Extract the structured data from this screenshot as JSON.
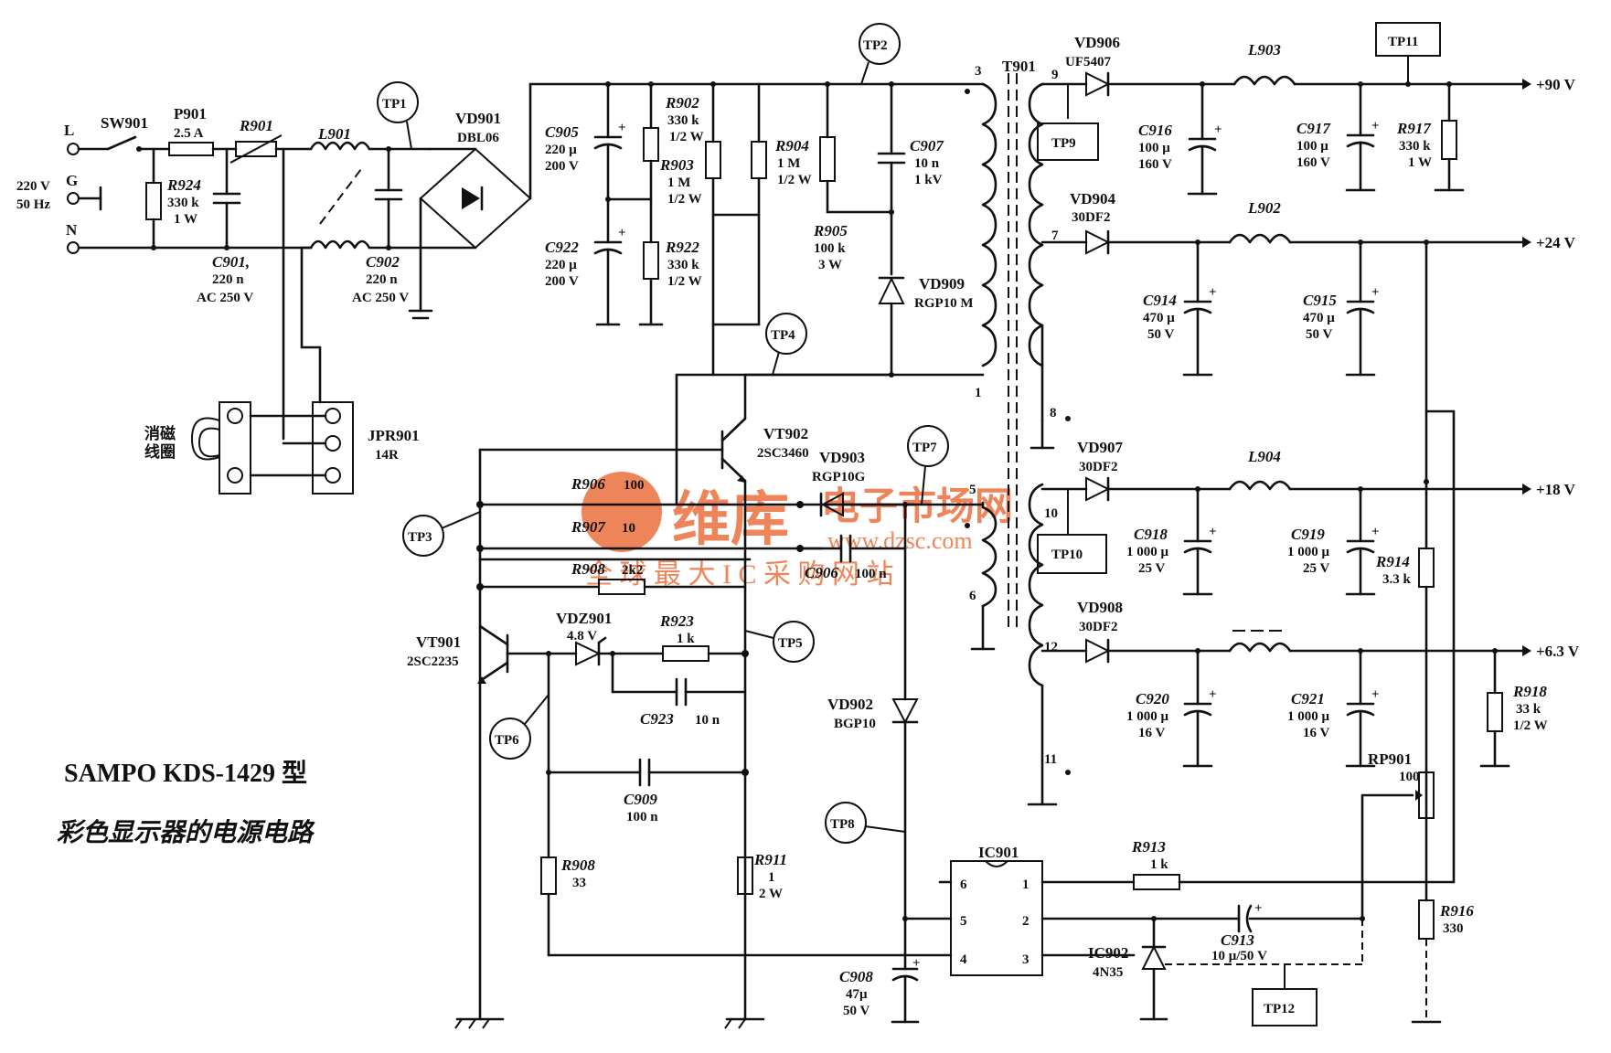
{
  "title": "SAMPO KDS-1429 型",
  "subtitle": "彩色显示器的电源电路",
  "watermark": {
    "brand": "维库",
    "name": "电子市场网",
    "url": "www.dzsc.com",
    "slogan": "全 球 最 大 I C 采 购 网 站",
    "color": "#e8561a"
  },
  "mains": {
    "L": "L",
    "G": "G",
    "N": "N",
    "voltage": "220 V",
    "freq": "50 Hz"
  },
  "outputs": [
    "+90 V",
    "+24 V",
    "+18 V",
    "+6.3 V"
  ],
  "test_points": [
    "TP1",
    "TP2",
    "TP3",
    "TP4",
    "TP5",
    "TP6",
    "TP7",
    "TP8",
    "TP9",
    "TP10",
    "TP11",
    "TP12"
  ],
  "degauss": {
    "label": "消磁线圈",
    "jpr": "JPR901",
    "jpr_value": "14R"
  },
  "components": {
    "SW901": {
      "ref": "SW901"
    },
    "P901": {
      "ref": "P901",
      "value": "2.5 A"
    },
    "R901": {
      "ref": "R901"
    },
    "L901": {
      "ref": "L901"
    },
    "VD901": {
      "ref": "VD901",
      "value": "DBL06"
    },
    "R924": {
      "ref": "R924",
      "value": "330 k",
      "power": "1 W"
    },
    "C901": {
      "ref": "C901,",
      "value": "220 n",
      "rating": "AC 250 V"
    },
    "C902": {
      "ref": "C902",
      "value": "220 n",
      "rating": "AC 250 V"
    },
    "C905": {
      "ref": "C905",
      "value": "220 μ",
      "rating": "200 V"
    },
    "C922": {
      "ref": "C922",
      "value": "220 μ",
      "rating": "200 V"
    },
    "R902": {
      "ref": "R902",
      "value": "330 k",
      "power": "1/2 W"
    },
    "R903": {
      "ref": "R903",
      "value": "1 M",
      "power": "1/2 W"
    },
    "R922": {
      "ref": "R922",
      "value": "330 k",
      "power": "1/2 W"
    },
    "R904": {
      "ref": "R904",
      "value": "1 M",
      "power": "1/2 W"
    },
    "R905": {
      "ref": "R905",
      "value": "100 k",
      "power": "3 W"
    },
    "C907": {
      "ref": "C907",
      "value": "10 n",
      "rating": "1 kV"
    },
    "VD909": {
      "ref": "VD909",
      "value": "RGP10 M"
    },
    "T901": {
      "ref": "T901"
    },
    "VT902": {
      "ref": "VT902",
      "value": "2SC3460"
    },
    "VD903": {
      "ref": "VD903",
      "value": "RGP10G"
    },
    "R906": {
      "ref": "R906",
      "value": "100"
    },
    "R907": {
      "ref": "R907",
      "value": "10"
    },
    "R908b": {
      "ref": "R908",
      "value": "2k2"
    },
    "C906": {
      "ref": "C906",
      "value": "100 n"
    },
    "VT901": {
      "ref": "VT901",
      "value": "2SC2235"
    },
    "VDZ901": {
      "ref": "VDZ901",
      "value": "4.8 V"
    },
    "R923": {
      "ref": "R923",
      "value": "1 k"
    },
    "C923": {
      "ref": "C923",
      "value": "10 n"
    },
    "C909": {
      "ref": "C909",
      "value": "100 n"
    },
    "R908": {
      "ref": "R908",
      "value": "33"
    },
    "R911": {
      "ref": "R911",
      "value": "1",
      "power": "2 W"
    },
    "VD902": {
      "ref": "VD902",
      "value": "BGP10"
    },
    "C908": {
      "ref": "C908",
      "value": "47μ",
      "rating": "50 V"
    },
    "IC901": {
      "ref": "IC901"
    },
    "IC902": {
      "ref": "IC902",
      "value": "4N35"
    },
    "R913": {
      "ref": "R913",
      "value": "1 k"
    },
    "C913": {
      "ref": "C913",
      "value": "10 μ/50 V"
    },
    "RP901": {
      "ref": "RP901",
      "value": "100"
    },
    "R916": {
      "ref": "R916",
      "value": "330"
    },
    "R918": {
      "ref": "R918",
      "value": "33 k",
      "power": "1/2 W"
    },
    "R914": {
      "ref": "R914",
      "value": "3.3 k"
    },
    "VD906": {
      "ref": "VD906",
      "value": "UF5407"
    },
    "L903": {
      "ref": "L903"
    },
    "C916": {
      "ref": "C916",
      "value": "100 μ",
      "rating": "160 V"
    },
    "C917": {
      "ref": "C917",
      "value": "100 μ",
      "rating": "160 V"
    },
    "R917": {
      "ref": "R917",
      "value": "330 k",
      "power": "1 W"
    },
    "VD904": {
      "ref": "VD904",
      "value": "30DF2"
    },
    "L902": {
      "ref": "L902"
    },
    "C914": {
      "ref": "C914",
      "value": "470 μ",
      "rating": "50 V"
    },
    "C915": {
      "ref": "C915",
      "value": "470 μ",
      "rating": "50 V"
    },
    "VD907": {
      "ref": "VD907",
      "value": "30DF2"
    },
    "L904": {
      "ref": "L904"
    },
    "C918": {
      "ref": "C918",
      "value": "1 000 μ",
      "rating": "25 V"
    },
    "C919": {
      "ref": "C919",
      "value": "1 000 μ",
      "rating": "25 V"
    },
    "VD908": {
      "ref": "VD908",
      "value": "30DF2"
    },
    "C920": {
      "ref": "C920",
      "value": "1 000 μ",
      "rating": "16 V"
    },
    "C921": {
      "ref": "C921",
      "value": "1 000 μ",
      "rating": "16 V"
    }
  },
  "pins": {
    "t_3": "3",
    "t_1": "1",
    "t_9": "9",
    "t_7": "7",
    "t_8": "8",
    "t_5": "5",
    "t_10": "10",
    "t_6": "6",
    "t_12": "12",
    "t_11": "11",
    "ic_6": "6",
    "ic_5": "5",
    "ic_4": "4",
    "ic_1": "1",
    "ic_2": "2",
    "ic_3": "3"
  }
}
